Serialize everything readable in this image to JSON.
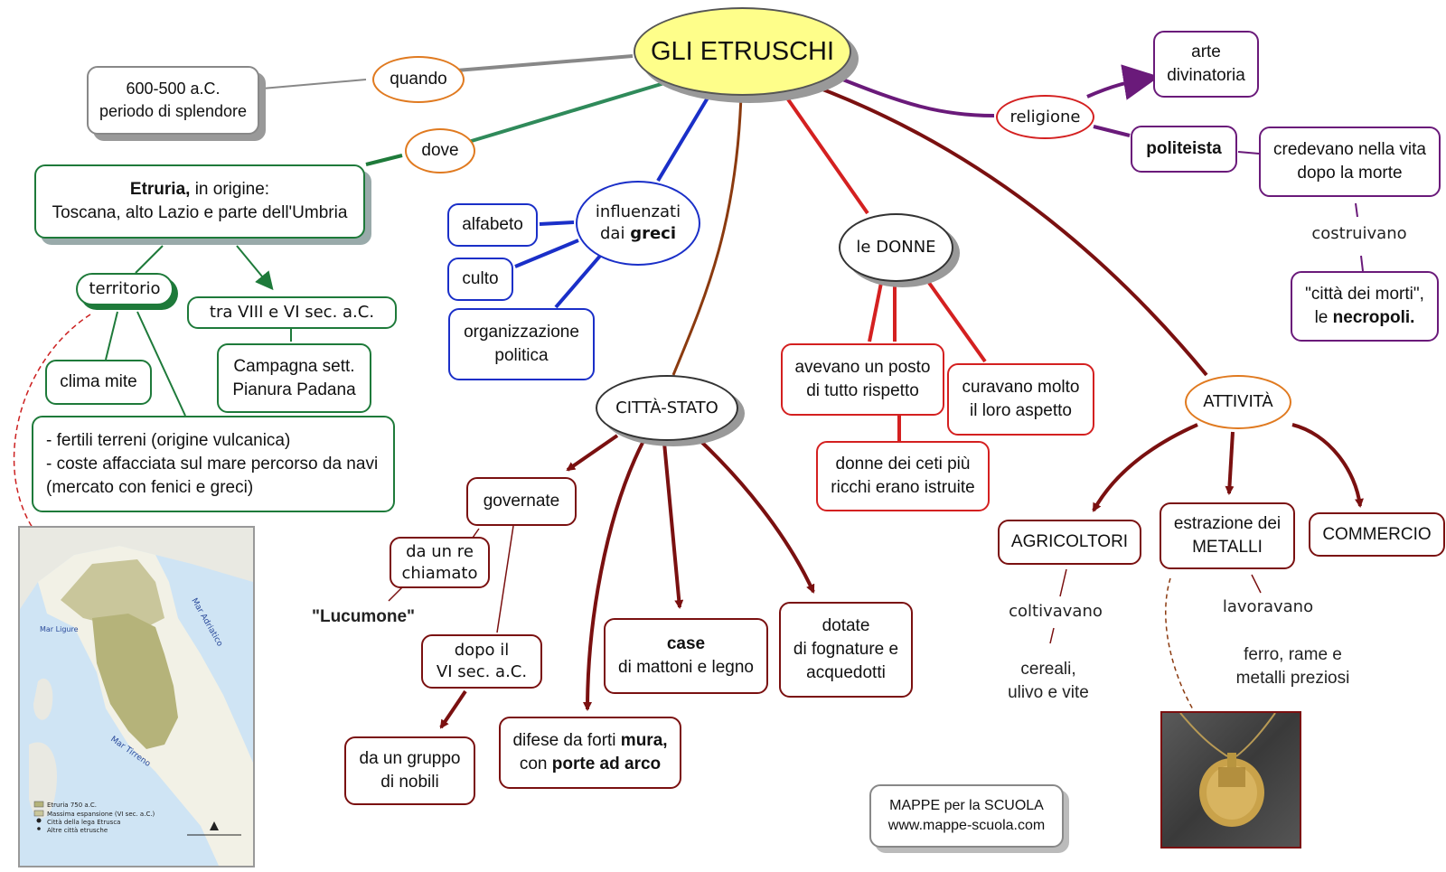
{
  "colors": {
    "title_fill": "#fefe8a",
    "green": "#1e7a3a",
    "blue": "#1a2fc8",
    "red": "#d42020",
    "brown": "#8b3a0f",
    "darkred": "#7a1010",
    "purple": "#6a1a7a",
    "orange": "#e07a20",
    "gray": "#888888"
  },
  "title": "GLI ETRUSCHI",
  "quando": {
    "label": "quando",
    "text_1": "600-500 a.C.",
    "text_2": "periodo di splendore"
  },
  "dove": {
    "label": "dove",
    "etruria_bold": "Etruria,",
    "etruria_rest": " in origine:",
    "etruria_line2": "Toscana, alto Lazio e parte dell'Umbria"
  },
  "territorio": {
    "label": "territorio",
    "clima": "clima mite",
    "fertili_1": "- fertili terreni (origine vulcanica)",
    "fertili_2": "- coste affacciata sul mare percorso da navi",
    "fertili_3": "(mercato con fenici e greci)"
  },
  "periodo": {
    "label": "tra VIII e VI sec. a.C.",
    "campagna_1": "Campagna sett.",
    "campagna_2": "Pianura Padana"
  },
  "influenzati": {
    "label_1": "influenzati",
    "label_2a": "dai ",
    "label_2b": "greci",
    "alfabeto": "alfabeto",
    "culto": "culto",
    "org_1": "organizzazione",
    "org_2": "politica"
  },
  "citta": {
    "label": "CITTÀ-STATO",
    "governate": "governate",
    "re_1": "da un re",
    "re_2": "chiamato",
    "lucumone": "\"Lucumone\"",
    "dopo_1": "dopo il",
    "dopo_2": "VI sec. a.C.",
    "gruppo_1": "da un gruppo",
    "gruppo_2": "di nobili",
    "difese_1a": "difese da forti ",
    "difese_1b": "mura,",
    "difese_2a": "con ",
    "difese_2b": "porte ad arco",
    "case_1": "case",
    "case_2": "di mattoni e legno",
    "dotate_1": "dotate",
    "dotate_2": "di fognature e",
    "dotate_3": "acquedotti"
  },
  "donne": {
    "label": "le DONNE",
    "posto_1": "avevano un posto",
    "posto_2": "di tutto rispetto",
    "aspetto_1": "curavano molto",
    "aspetto_2": "il loro aspetto",
    "istruite_1": "donne dei ceti più",
    "istruite_2": "ricchi erano istruite"
  },
  "religione": {
    "label": "religione",
    "arte_1": "arte",
    "arte_2": "divinatoria",
    "politeista": "politeista",
    "vita_1": "credevano nella vita",
    "vita_2": "dopo la morte",
    "costruivano": "costruivano",
    "morti_1": "\"città dei morti\",",
    "morti_2a": "le ",
    "morti_2b": "necropoli."
  },
  "attivita": {
    "label": "ATTIVITÀ",
    "agricoltori": "AGRICOLTORI",
    "coltivavano": "coltivavano",
    "cereali_1": "cereali,",
    "cereali_2": "ulivo e vite",
    "metalli_1": "estrazione dei",
    "metalli_2": "METALLI",
    "lavoravano": "lavoravano",
    "ferro_1": "ferro, rame e",
    "ferro_2": "metalli preziosi",
    "commercio": "COMMERCIO"
  },
  "credit": {
    "line_1": "MAPPE per la SCUOLA",
    "line_2": "www.mappe-scuola.com"
  },
  "map": {
    "sea_1": "Mar Adriatico",
    "sea_2": "Mar Tirreno",
    "sea_3": "Mar Ligure",
    "legend_1": "Etruria 750 a.C.",
    "legend_2": "Massima espansione (VI sec. a.C.)",
    "legend_3": "Città della lega Etrusca",
    "legend_4": "Altre città etrusche"
  }
}
